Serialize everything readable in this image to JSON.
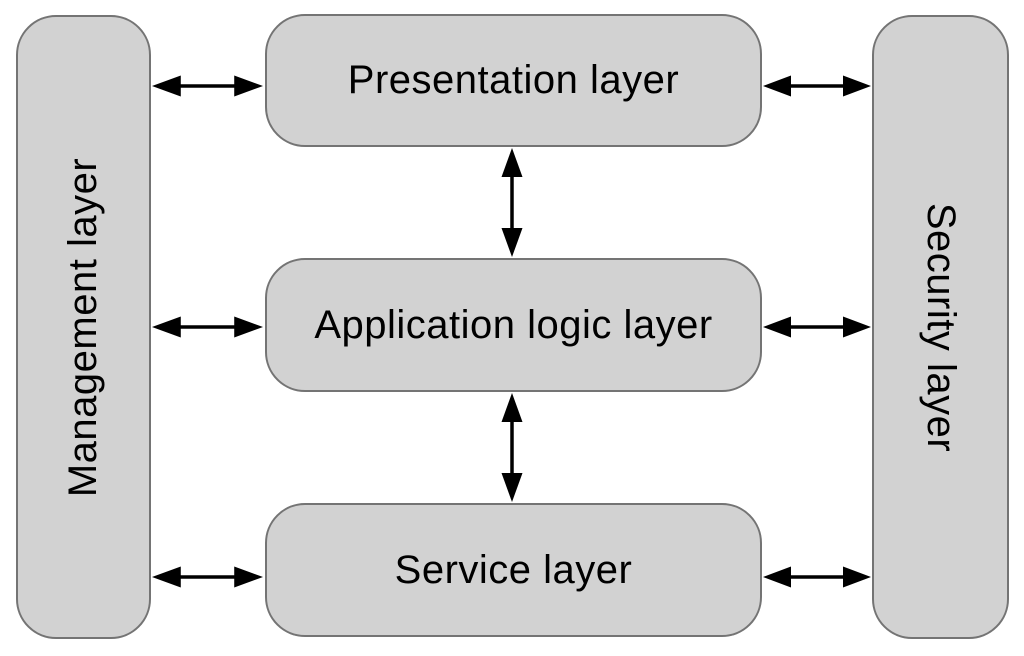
{
  "diagram": {
    "type": "layered-architecture",
    "boxes": {
      "presentation": {
        "label": "Presentation layer"
      },
      "application": {
        "label": "Application logic layer"
      },
      "service": {
        "label": "Service layer"
      },
      "management": {
        "label": "Management layer"
      },
      "security": {
        "label": "Security layer"
      }
    },
    "connections": [
      {
        "from": "Management layer",
        "to": "Presentation layer",
        "direction": "bidirectional"
      },
      {
        "from": "Management layer",
        "to": "Application logic layer",
        "direction": "bidirectional"
      },
      {
        "from": "Management layer",
        "to": "Service layer",
        "direction": "bidirectional"
      },
      {
        "from": "Presentation layer",
        "to": "Security layer",
        "direction": "bidirectional"
      },
      {
        "from": "Application logic layer",
        "to": "Security layer",
        "direction": "bidirectional"
      },
      {
        "from": "Service layer",
        "to": "Security layer",
        "direction": "bidirectional"
      },
      {
        "from": "Presentation layer",
        "to": "Application logic layer",
        "direction": "bidirectional"
      },
      {
        "from": "Application logic layer",
        "to": "Service layer",
        "direction": "bidirectional"
      }
    ],
    "colors": {
      "box_fill": "#d2d2d2",
      "box_border": "#747474",
      "arrow": "#000000",
      "text": "#000000",
      "background": "#ffffff"
    }
  }
}
